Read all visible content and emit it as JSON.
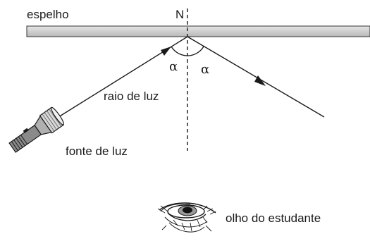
{
  "labels": {
    "mirror": "espelho",
    "normal": "N",
    "ray": "raio de luz",
    "source": "fonte de luz",
    "eye": "olho do estudante",
    "angle_incidence": "α",
    "angle_reflection": "α"
  },
  "colors": {
    "mirror_fill": "#d6d6d6",
    "mirror_stroke": "#333333",
    "line": "#1a1a1a"
  },
  "icons": {
    "source": "flashlight-icon",
    "eye": "eye-icon"
  }
}
